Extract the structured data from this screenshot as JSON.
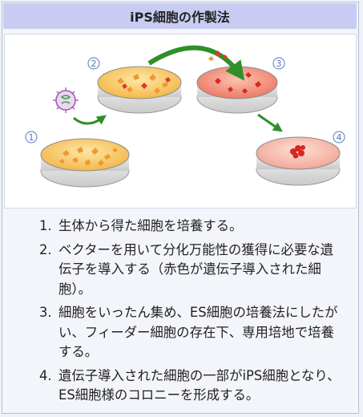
{
  "title": "iPS細胞の作製法",
  "diagram": {
    "markers": [
      "1",
      "2",
      "3",
      "4"
    ]
  },
  "steps": [
    {
      "num": "1.",
      "text": "生体から得た細胞を培養する。"
    },
    {
      "num": "2.",
      "text": "ベクターを用いて分化万能性の獲得に必要な遺伝子を導入する（赤色が遺伝子導入された細胞）。"
    },
    {
      "num": "3.",
      "text": "細胞をいったん集め、ES細胞の培養法にしたがい、フィーダー細胞の存在下、専用培地で培養する。"
    },
    {
      "num": "4.",
      "text": "遺伝子導入された細胞の一部がiPS細胞となり、ES細胞様のコロニーを形成する。"
    }
  ]
}
